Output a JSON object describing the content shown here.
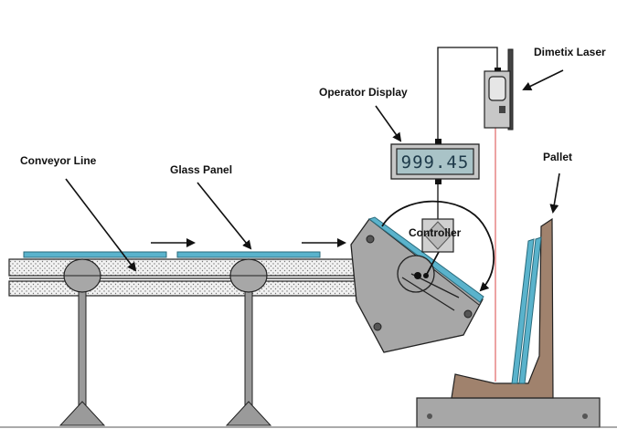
{
  "labels": {
    "laser": "Dimetix Laser",
    "display": "Operator Display",
    "conveyor": "Conveyor Line",
    "glass": "Glass Panel",
    "pallet": "Pallet",
    "controller": "Controller"
  },
  "display_reading": "999.45",
  "colors": {
    "glass": "#5ab3cc",
    "metal": "#a7a7a7",
    "dark_metal": "#6f6f6f",
    "wood": "#a0826d",
    "laser_beam": "#e06666",
    "lcd": "#a9c3c7",
    "outline": "#222222"
  }
}
